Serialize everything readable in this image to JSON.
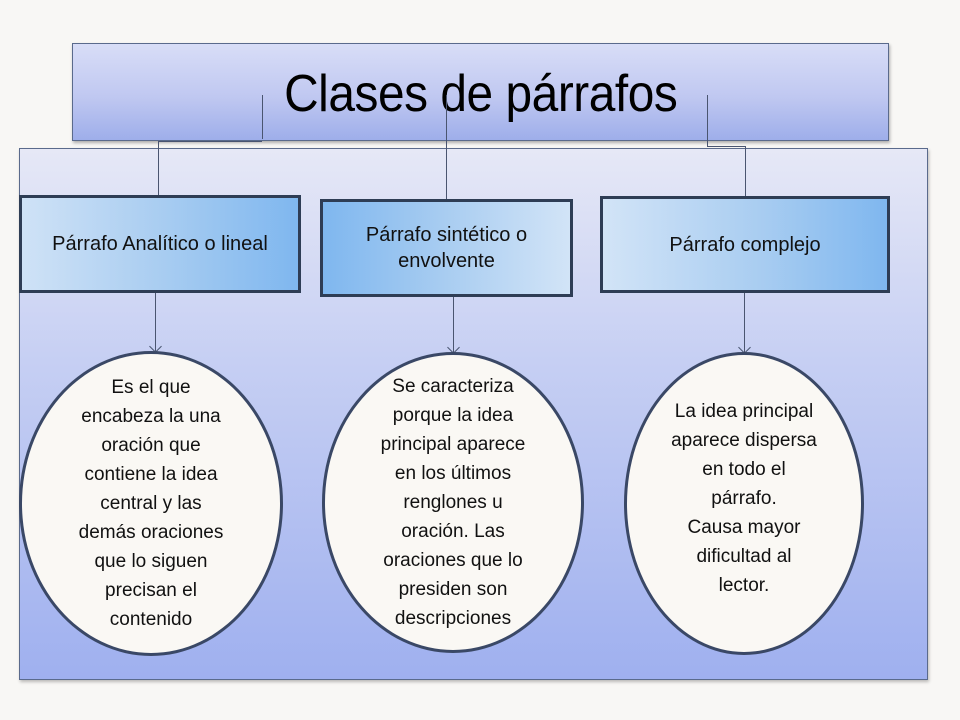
{
  "diagram": {
    "title": "Clases de párrafos",
    "colors": {
      "panel_top": "#e6e8f6",
      "panel_bottom": "#9fb0ef",
      "title_fill": "#c0c8f1",
      "box_fill_light": "#d2e4f7",
      "box_fill_dark": "#7fb7ef",
      "border": "#2e3d55",
      "ellipse_fill": "#faf8f4"
    },
    "categories": [
      {
        "label": "Párrafo Analítico  o lineal",
        "description": "Es el que\nencabeza la una\noración que\ncontiene la idea\ncentral y las\ndemás oraciones\nque lo siguen\nprecisan el\ncontenido"
      },
      {
        "label": "Párrafo sintético o envolvente",
        "description": "Se caracteriza\nporque la idea\nprincipal aparece\nen los últimos\nrenglones u\noración. Las\noraciones que lo\npresiden son\ndescripciones"
      },
      {
        "label": "Párrafo complejo",
        "description": "La idea principal\naparece dispersa\nen todo el\npárrafo.\nCausa mayor\ndificultad al\nlector."
      }
    ]
  }
}
